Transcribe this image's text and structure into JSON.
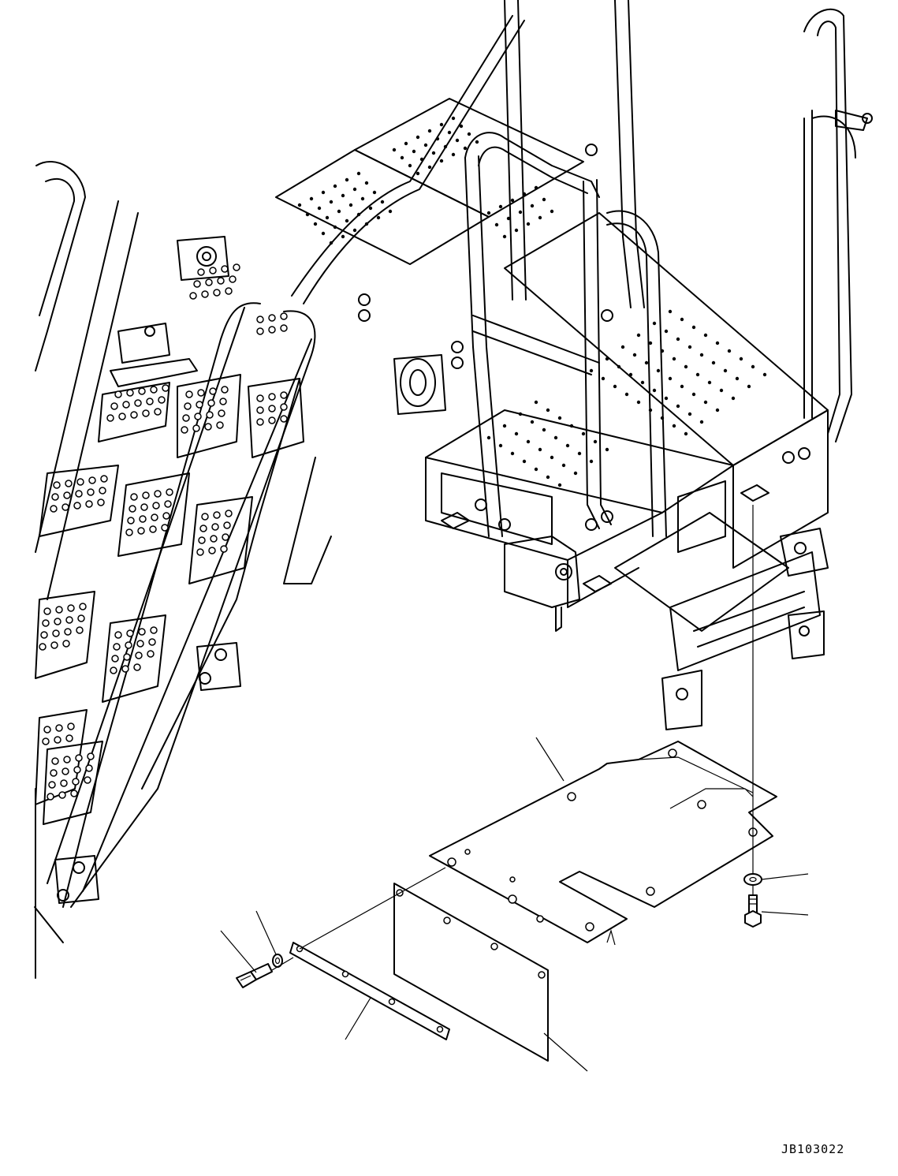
{
  "drawing": {
    "code": "JB103022",
    "parts": [
      {
        "name": "step-cover-plate",
        "callout": ""
      },
      {
        "name": "front-cover-panel",
        "callout": ""
      },
      {
        "name": "mounting-strip",
        "callout": ""
      },
      {
        "name": "bolt-left",
        "callout": ""
      },
      {
        "name": "washer-left",
        "callout": ""
      },
      {
        "name": "washer-right",
        "callout": ""
      },
      {
        "name": "bolt-right",
        "callout": ""
      }
    ]
  }
}
